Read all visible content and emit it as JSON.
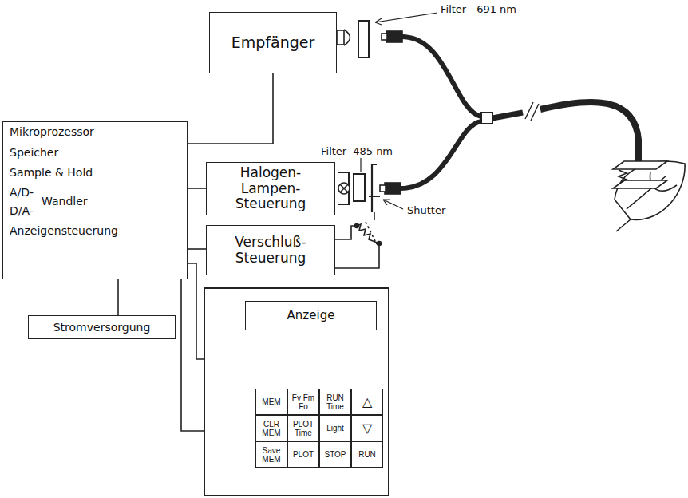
{
  "diagram": {
    "nodes": [
      {
        "text": [
          "Mikroprozessor",
          "Speicher",
          "Sample & Hold",
          "A/D-",
          "Wandler",
          "D/A-",
          "Anzeigensteuerung"
        ]
      },
      {
        "text": [
          "Empfänger"
        ]
      },
      {
        "text": [
          "Halogen- Lampen- Steuerung"
        ]
      },
      {
        "text": [
          "Verschluß- Steuerung"
        ]
      },
      {
        "text": [
          "Stromversorgung"
        ]
      },
      {
        "text": []
      },
      {
        "text": [
          "Anzeige"
        ],
        "in": 5
      },
      {
        "text": [
          "MEM"
        ],
        "in": 5
      },
      {
        "text": [
          "Fv Fm Fo"
        ],
        "in": 5
      },
      {
        "text": [
          "RUN Time"
        ],
        "in": 5
      },
      {
        "text": [
          "△"
        ],
        "in": 5
      },
      {
        "text": [
          "CLR MEM"
        ],
        "in": 5
      },
      {
        "text": [
          "PLOT Time"
        ],
        "in": 5
      },
      {
        "text": [
          "Light"
        ],
        "in": 5
      },
      {
        "text": [
          "▽"
        ],
        "in": 5
      },
      {
        "text": [
          "Save MEM"
        ],
        "in": 5
      },
      {
        "text": [
          "PLOT"
        ],
        "in": 5
      },
      {
        "text": [
          "STOP"
        ],
        "in": 5
      },
      {
        "text": [
          "RUN"
        ],
        "in": 5
      }
    ],
    "edges": [
      {
        "from": 0,
        "to": 1,
        "arrow": "none"
      },
      {
        "from": 0,
        "to": 2,
        "arrow": "none"
      },
      {
        "from": 0,
        "to": 3,
        "arrow": "none"
      },
      {
        "from": 0,
        "to": 4,
        "arrow": "none"
      },
      {
        "from": 0,
        "to": 5,
        "arrow": "none"
      },
      {
        "from": 0,
        "to": 5,
        "arrow": "none"
      }
    ],
    "labels": [
      "Filter - 691 nm",
      "Filter- 485 nm",
      "Shutter"
    ]
  }
}
